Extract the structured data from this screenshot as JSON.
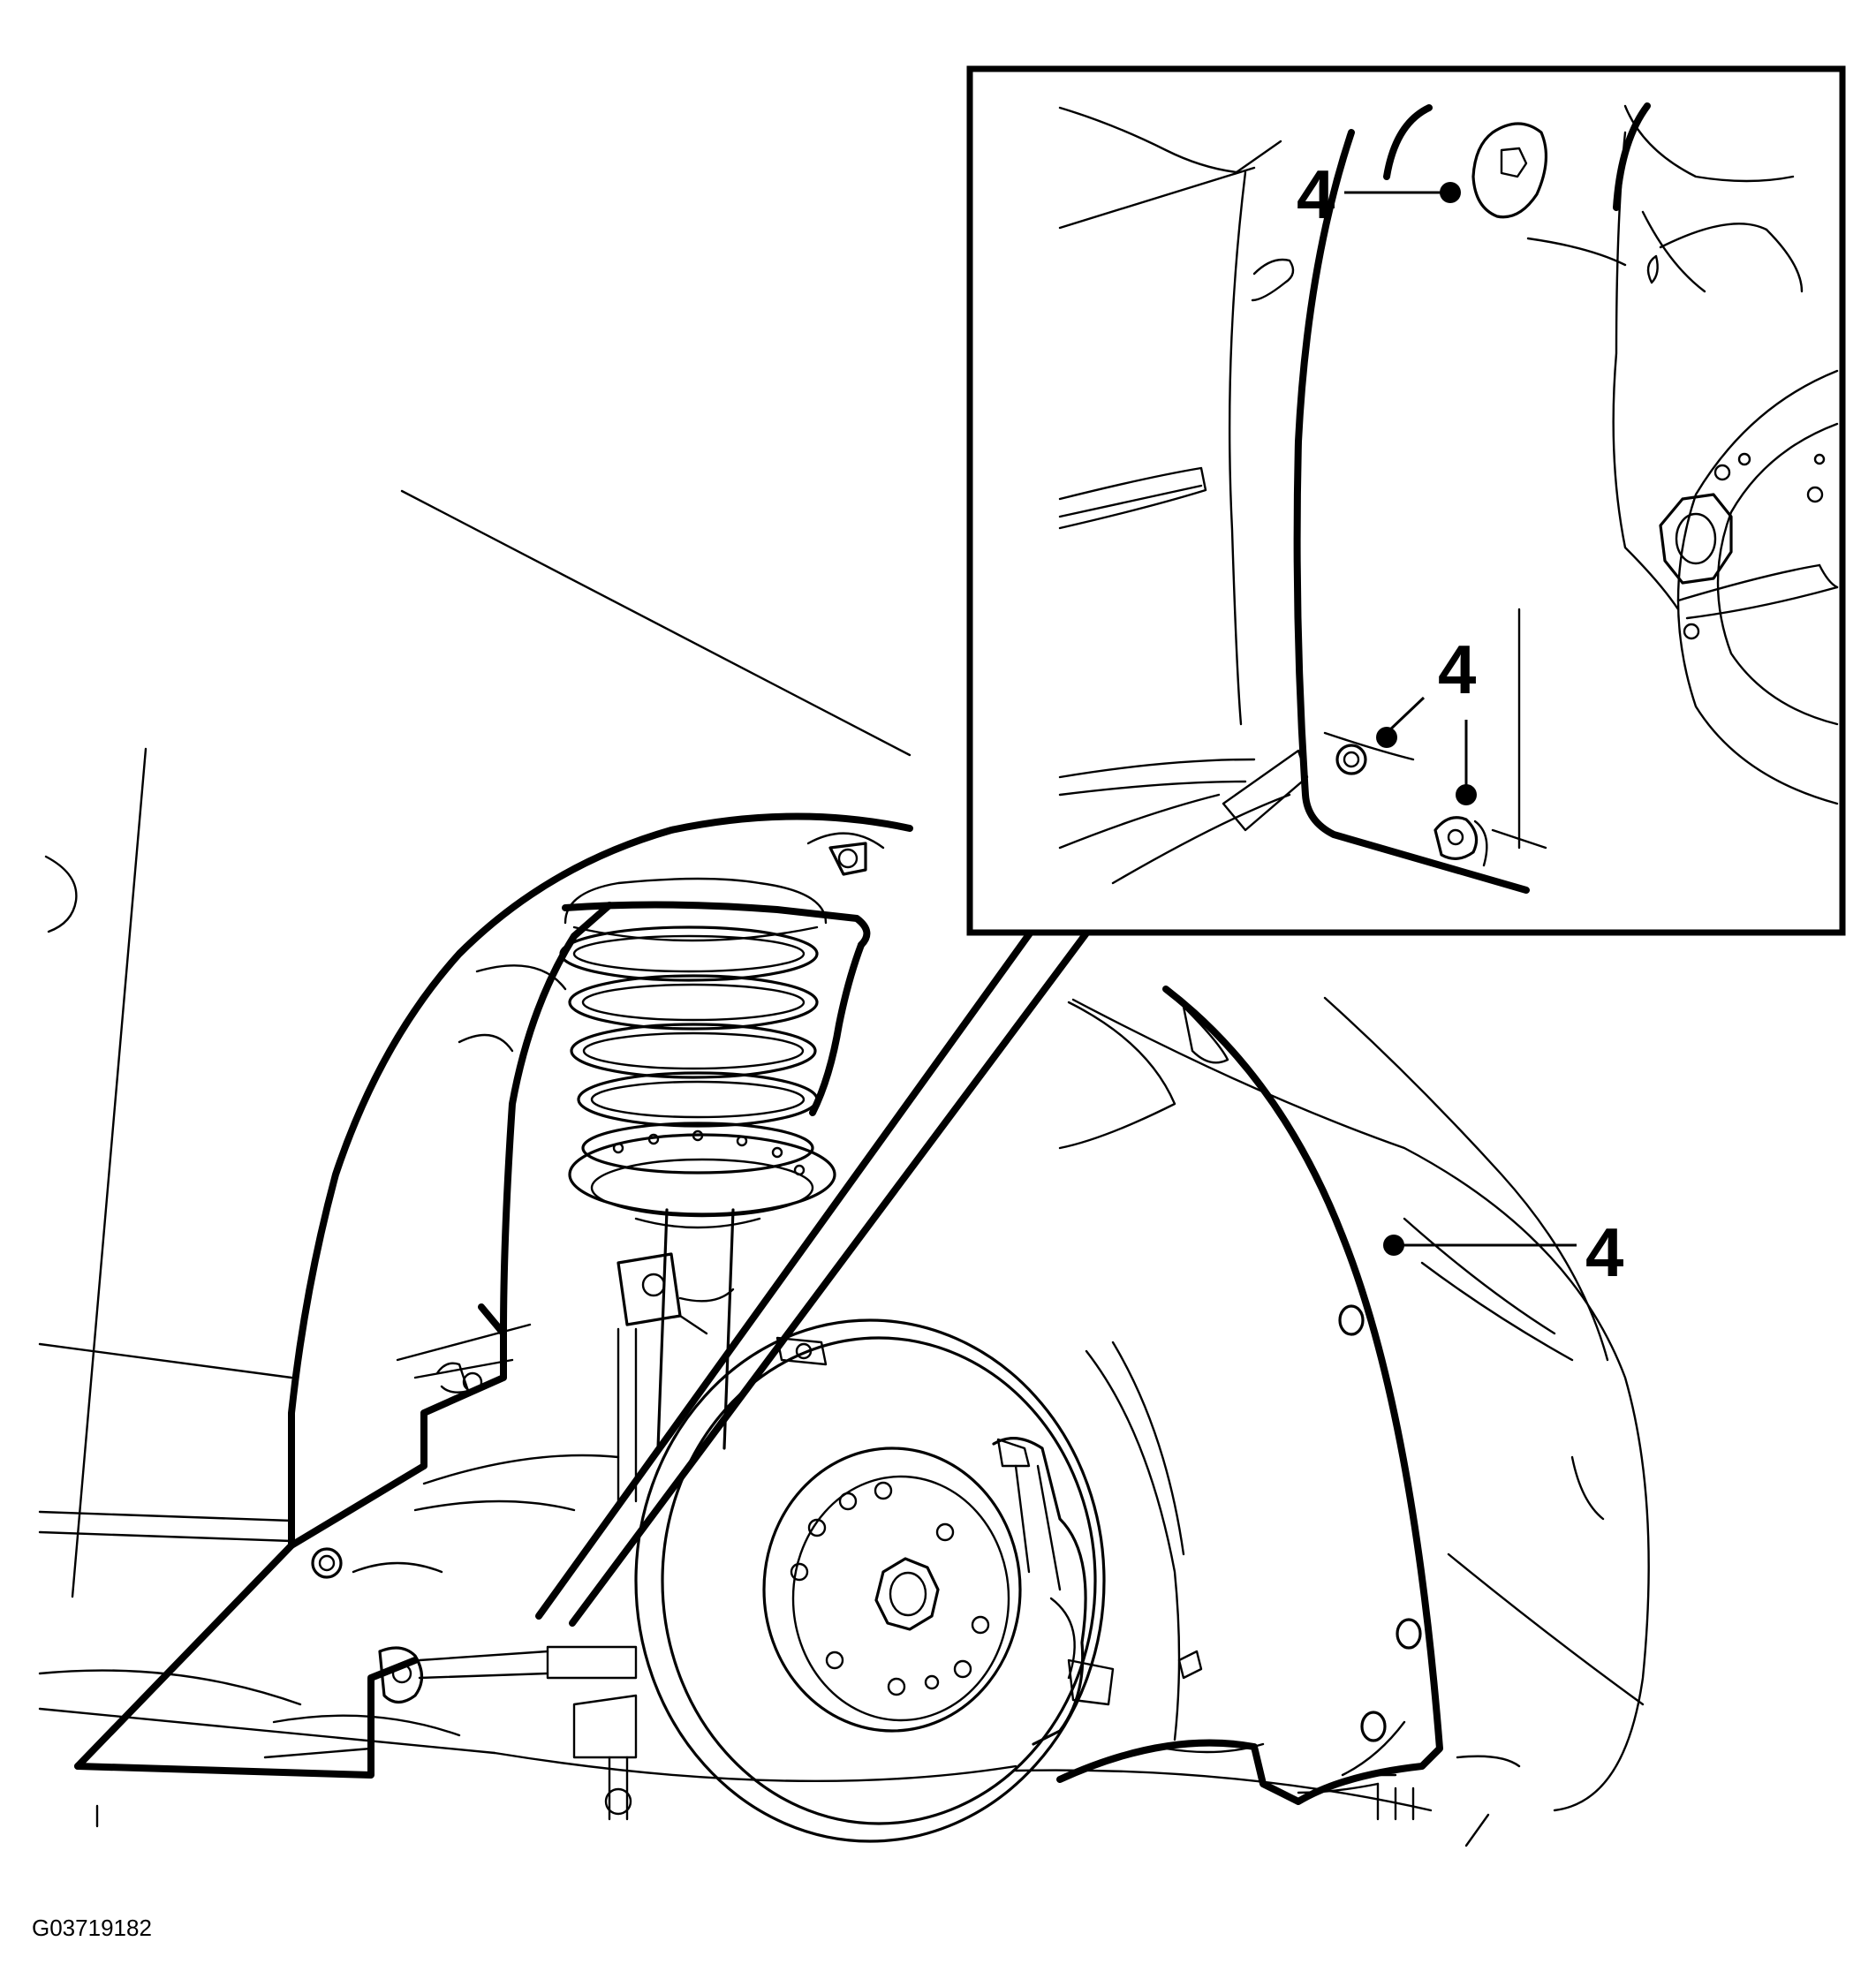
{
  "callouts": {
    "inset_top": "4",
    "inset_bottom": "4",
    "main_right": "4"
  },
  "figure_id": "G03719182",
  "colors": {
    "line": "#000000",
    "background": "#ffffff"
  }
}
